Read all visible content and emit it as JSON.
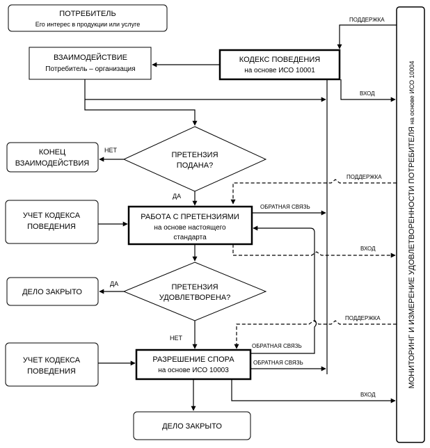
{
  "boxes": {
    "consumer_title": "ПОТРЕБИТЕЛЬ",
    "consumer_sub": "Его интерес в продукции или услуге",
    "interaction_title": "ВЗАИМОДЕЙСТВИЕ",
    "interaction_sub": "Потребитель – организация",
    "code_title": "КОДЕКС ПОВЕДЕНИЯ",
    "code_sub": "на основе ИСО 10001",
    "end_line1": "КОНЕЦ",
    "end_line2": "ВЗАИМОДЕЙСТВИЯ",
    "acc1_line1": "УЧЕТ КОДЕКСА",
    "acc1_line2": "ПОВЕДЕНИЯ",
    "complaints_title": "РАБОТА С ПРЕТЕНЗИЯМИ",
    "complaints_sub1": "на основе настоящего",
    "complaints_sub2": "стандарта",
    "closed1": "ДЕЛО ЗАКРЫТО",
    "acc2_line1": "УЧЕТ КОДЕКСА",
    "acc2_line2": "ПОВЕДЕНИЯ",
    "dispute_title": "РАЗРЕШЕНИЕ СПОРА",
    "dispute_sub": "на основе ИСО 10003",
    "closed2": "ДЕЛО ЗАКРЫТО",
    "monitoring_main": "МОНИТОРИНГ И ИЗМЕРЕНИЕ УДОВЛЕТВОРЕННОСТИ ПОТРЕБИТЕЛЯ",
    "monitoring_sub": "на основе ИСО 10004"
  },
  "decisions": {
    "d1_line1": "ПРЕТЕНЗИЯ",
    "d1_line2": "ПОДАНА?",
    "d2_line1": "ПРЕТЕНЗИЯ",
    "d2_line2": "УДОВЛЕТВОРЕНА?"
  },
  "labels": {
    "support_1": "ПОДДЕРЖКА",
    "input_1": "ВХОД",
    "no_1": "НЕТ",
    "yes_1": "ДА",
    "support_2": "ПОДДЕРЖКА",
    "feedback_1": "ОБРАТНАЯ СВЯЗЬ",
    "input_2": "ВХОД",
    "yes_2": "ДА",
    "no_2": "НЕТ",
    "support_3": "ПОДДЕРЖКА",
    "feedback_2": "ОБРАТНАЯ СВЯЗЬ",
    "feedback_3": "ОБРАТНАЯ СВЯЗЬ",
    "input_3": "ВХОД"
  }
}
